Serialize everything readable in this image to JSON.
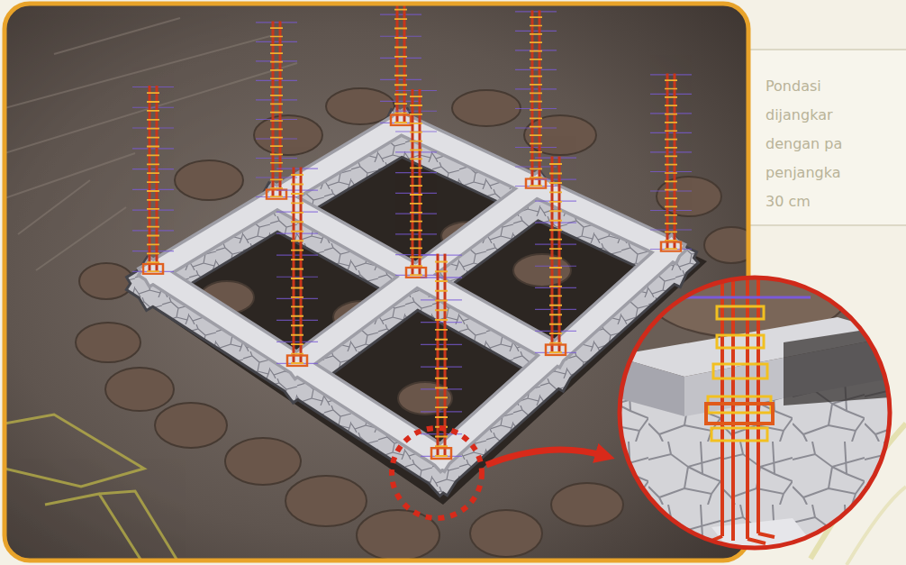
{
  "diagram": {
    "labels": [
      "Pondasi",
      "dijangkar",
      "dengan pa",
      "penjangka",
      "30 cm"
    ]
  }
}
